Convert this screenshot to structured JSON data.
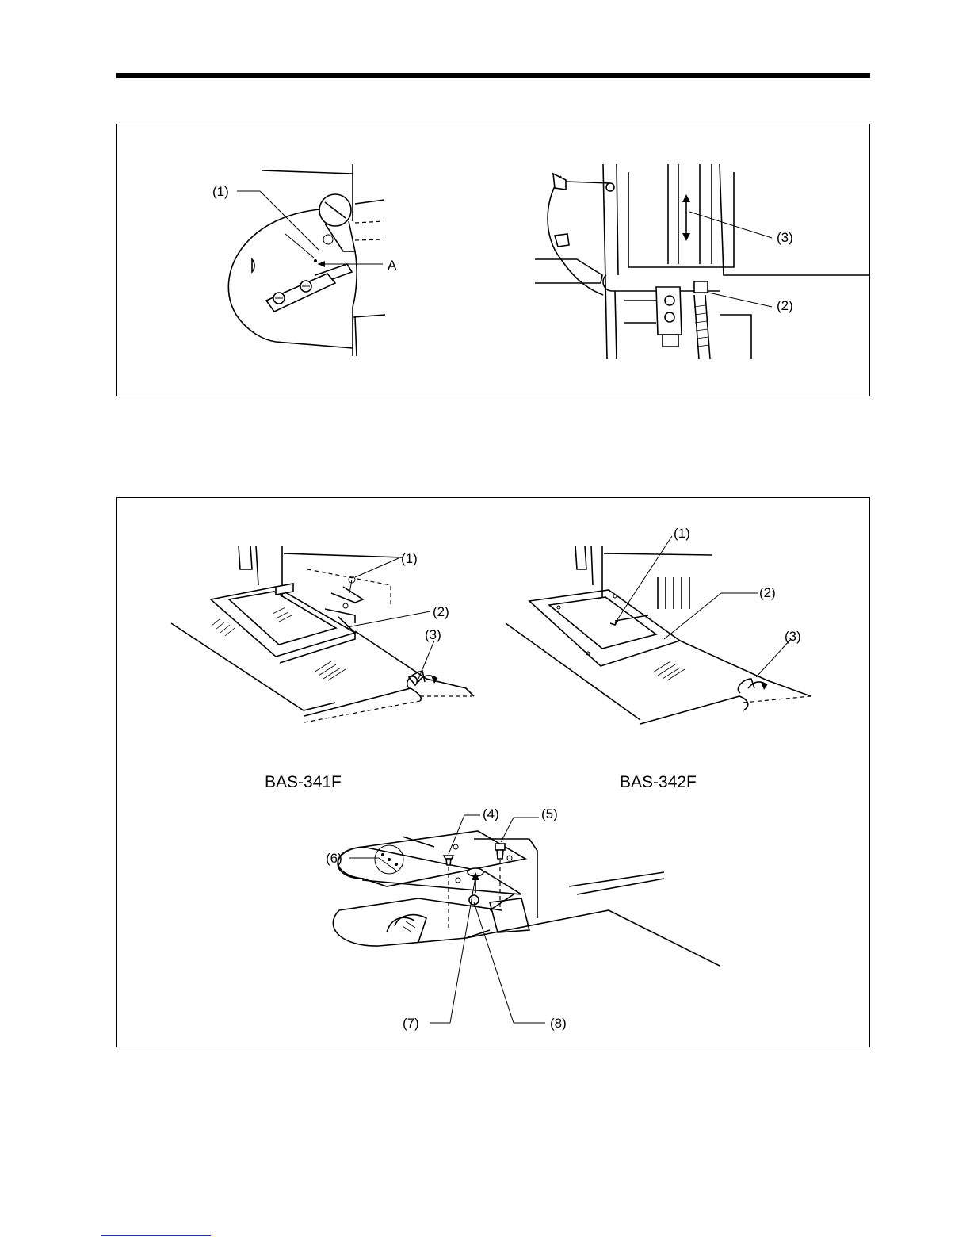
{
  "labels": {
    "top_left": {
      "callout_1": "(1)",
      "callout_a": "A"
    },
    "top_right": {
      "callout_3": "(3)",
      "callout_2": "(2)"
    },
    "bottom": {
      "callout_1_left": "(1)",
      "callout_2_left": "(2)",
      "callout_3_left": "(3)",
      "callout_1_right": "(1)",
      "callout_2_right": "(2)",
      "callout_3_right": "(3)",
      "callout_4": "(4)",
      "callout_5": "(5)",
      "callout_6": "(6)",
      "callout_7": "(7)",
      "callout_8": "(8)"
    }
  },
  "models": {
    "left": "BAS-341F",
    "right": "BAS-342F"
  },
  "colors": {
    "ink": "#000000",
    "paper": "#ffffff",
    "footnote_line": "#2233aa"
  }
}
